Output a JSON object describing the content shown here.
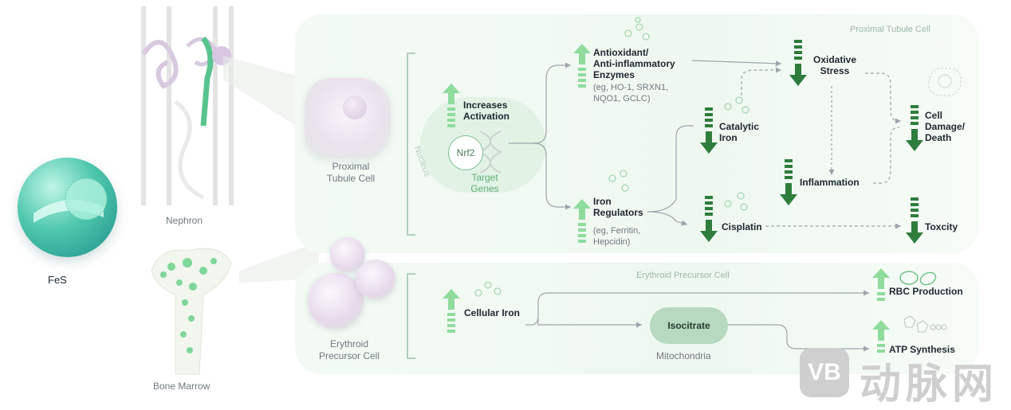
{
  "left": {
    "fes_label": "FeS",
    "nephron_label": "Nephron",
    "bone_marrow_label": "Bone Marrow",
    "proximal_cell_label": "Proximal\nTubule Cell",
    "erythroid_cell_label": "Erythroid\nPrecursor Cell"
  },
  "top_panel": {
    "title": "Proximal Tubule Cell",
    "nucleus_label": "Nucleus",
    "activation": "Increases\nActivation",
    "nrf2": "Nrf2",
    "target_genes": "Target\nGenes",
    "antioxidant_title": "Antioxidant/\nAnti-inflammatory\nEnzymes",
    "antioxidant_examples": "(eg, HO-1, SRXN1,\nNQO1, GCLC)",
    "iron_reg_title": "Iron\nRegulators",
    "iron_reg_examples": "(eg, Ferritin,\nHepcidin)",
    "catalytic_iron": "Catalytic\nIron",
    "cisplatin": "Cisplatin",
    "oxidative_stress": "Oxidative\nStress",
    "inflammation": "Inflammation",
    "cell_damage": "Cell\nDamage/\nDeath",
    "toxicity": "Toxcity"
  },
  "bottom_panel": {
    "title": "Erythroid Precursor Cell",
    "cellular_iron": "Cellular Iron",
    "isocitrate": "Isocitrate",
    "mitochondria": "Mitochondria",
    "rbc_production": "RBC Production",
    "atp_synthesis": "ATP Synthesis"
  },
  "watermark": {
    "logo": "VB",
    "text": "动脉网"
  },
  "colors": {
    "up_arrow": "#8fdc9d",
    "down_arrow": "#2e7d3c",
    "panel": "#eef8f0",
    "connector": "#9aa6ac"
  }
}
